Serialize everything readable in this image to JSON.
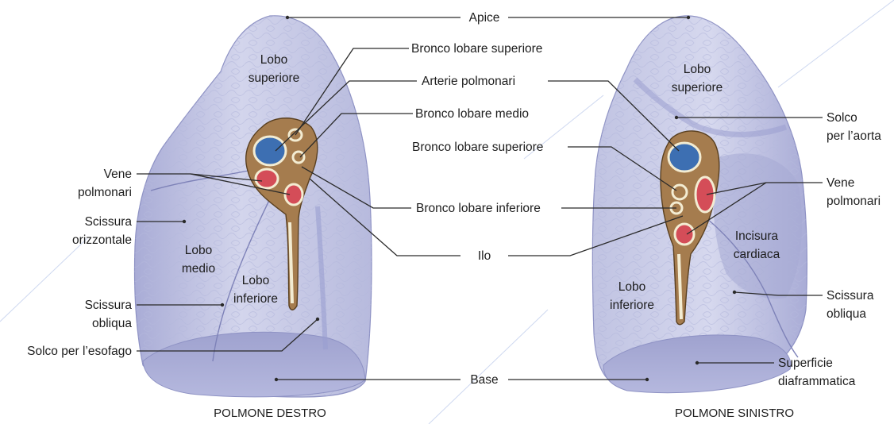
{
  "labels": {
    "apice": "Apice",
    "bronco_lobare_superiore_1": "Bronco lobare superiore",
    "arterie_polmonari": "Arterie polmonari",
    "bronco_lobare_medio": "Bronco lobare medio",
    "bronco_lobare_superiore_2": "Bronco lobare superiore",
    "bronco_lobare_inferiore": "Bronco lobare inferiore",
    "ilo": "Ilo",
    "base": "Base",
    "vene_polmonari_right": [
      "Vene",
      "polmonari"
    ],
    "scissura_orizzontale": [
      "Scissura",
      "orizzontale"
    ],
    "scissura_obliqua_right": [
      "Scissura",
      "obliqua"
    ],
    "solco_esofago": "Solco per l’esofago",
    "lobo_superiore_right": [
      "Lobo",
      "superiore"
    ],
    "lobo_medio": [
      "Lobo",
      "medio"
    ],
    "lobo_inferiore_right": [
      "Lobo",
      "inferiore"
    ],
    "lobo_superiore_left": [
      "Lobo",
      "superiore"
    ],
    "lobo_inferiore_left": [
      "Lobo",
      "inferiore"
    ],
    "incisura_cardiaca": [
      "Incisura",
      "cardiaca"
    ],
    "solco_aorta": [
      "Solco",
      "per l’aorta"
    ],
    "vene_polmonari_left": [
      "Vene",
      "polmonari"
    ],
    "scissura_obliqua_left": [
      "Scissura",
      "obliqua"
    ],
    "superficie_diaframmatica": [
      "Superficie",
      "diaframmatica"
    ]
  },
  "captions": {
    "right_lung": "POLMONE DESTRO",
    "left_lung": "POLMONE SINISTRO"
  },
  "colors": {
    "lung_fill": "#c6c8e4",
    "lung_shadow": "#9fa3cf",
    "hilum": "#a57c4e",
    "artery": "#3d6fb2",
    "vein": "#d44d58",
    "bronchus": "#f3ecd2"
  }
}
